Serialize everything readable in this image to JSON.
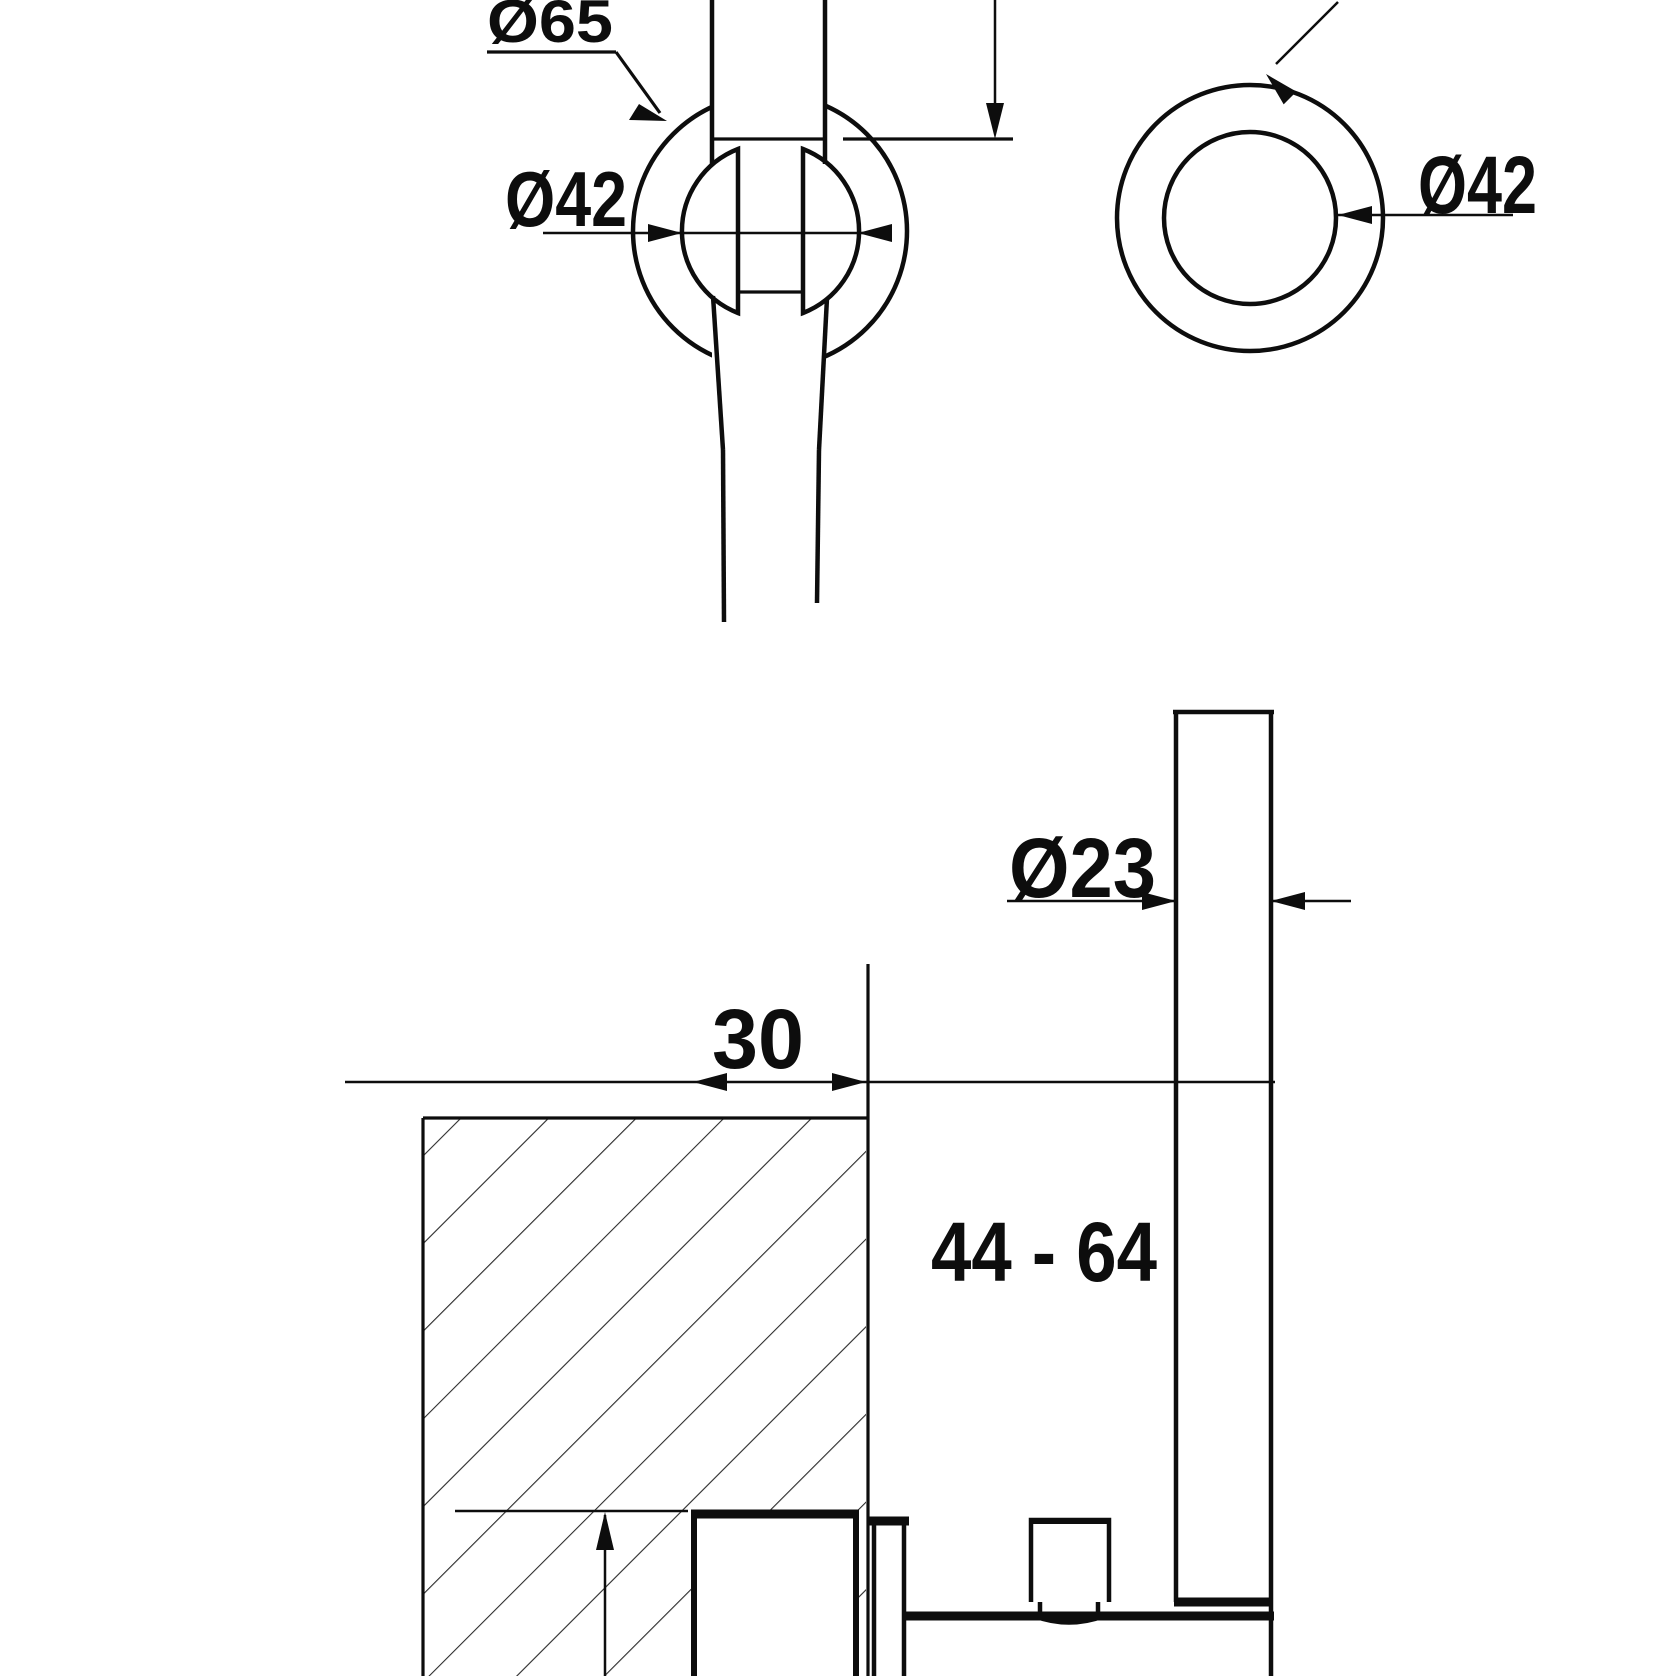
{
  "drawing": {
    "kind": "technical dimensional drawing",
    "subject": "wall-mounted faucet / mixer installation dimensions",
    "colors": {
      "line": "#0d0d0d",
      "background": "#ffffff"
    },
    "front_view": {
      "label_flange": "Ø65",
      "label_ball": "Ø42"
    },
    "ring_view": {
      "label_inner": "Ø42"
    },
    "side_view": {
      "label_spout_pipe": "Ø23",
      "label_wall_offset": "30",
      "label_depth_range": "44 - 64"
    }
  }
}
